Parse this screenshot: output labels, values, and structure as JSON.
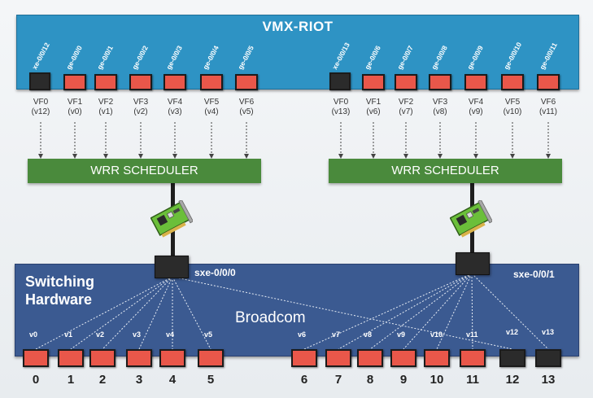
{
  "vmx": {
    "title": "VMX-RIOT",
    "left_ports": [
      {
        "iface": "xe-0/0/12",
        "vf": "VF0",
        "v": "(v12)",
        "type": "black"
      },
      {
        "iface": "ge-0/0/0",
        "vf": "VF1",
        "v": "(v0)",
        "type": "red"
      },
      {
        "iface": "ge-0/0/1",
        "vf": "VF2",
        "v": "(v1)",
        "type": "red"
      },
      {
        "iface": "ge-0/0/2",
        "vf": "VF3",
        "v": "(v2)",
        "type": "red"
      },
      {
        "iface": "ge-0/0/3",
        "vf": "VF4",
        "v": "(v3)",
        "type": "red"
      },
      {
        "iface": "ge-0/0/4",
        "vf": "VF5",
        "v": "(v4)",
        "type": "red"
      },
      {
        "iface": "ge-0/0/5",
        "vf": "VF6",
        "v": "(v5)",
        "type": "red"
      }
    ],
    "right_ports": [
      {
        "iface": "xe-0/0/13",
        "vf": "VF0",
        "v": "(v13)",
        "type": "black"
      },
      {
        "iface": "ge-0/0/6",
        "vf": "VF1",
        "v": "(v6)",
        "type": "red"
      },
      {
        "iface": "ge-0/0/7",
        "vf": "VF2",
        "v": "(v7)",
        "type": "red"
      },
      {
        "iface": "ge-0/0/8",
        "vf": "VF3",
        "v": "(v8)",
        "type": "red"
      },
      {
        "iface": "ge-0/0/9",
        "vf": "VF4",
        "v": "(v9)",
        "type": "red"
      },
      {
        "iface": "ge-0/0/10",
        "vf": "VF5",
        "v": "(v10)",
        "type": "red"
      },
      {
        "iface": "ge-0/0/11",
        "vf": "VF6",
        "v": "(v11)",
        "type": "red"
      }
    ]
  },
  "schedulers": {
    "left_label": "WRR SCHEDULER",
    "right_label": "WRR SCHEDULER"
  },
  "switching": {
    "title_line1": "Switching",
    "title_line2": "Hardware",
    "left_iface": "sxe-0/0/0",
    "right_iface": "sxe-0/0/1",
    "chip": "Broadcom",
    "ports": [
      {
        "v": "v0",
        "num": "0",
        "type": "red"
      },
      {
        "v": "v1",
        "num": "1",
        "type": "red"
      },
      {
        "v": "v2",
        "num": "2",
        "type": "red"
      },
      {
        "v": "v3",
        "num": "3",
        "type": "red"
      },
      {
        "v": "v4",
        "num": "4",
        "type": "red"
      },
      {
        "v": "v5",
        "num": "5",
        "type": "red"
      },
      {
        "v": "v6",
        "num": "6",
        "type": "red"
      },
      {
        "v": "v7",
        "num": "7",
        "type": "red"
      },
      {
        "v": "v8",
        "num": "8",
        "type": "red"
      },
      {
        "v": "v9",
        "num": "9",
        "type": "red"
      },
      {
        "v": "v10",
        "num": "10",
        "type": "red"
      },
      {
        "v": "v11",
        "num": "11",
        "type": "red"
      },
      {
        "v": "v12",
        "num": "12",
        "type": "black"
      },
      {
        "v": "v13",
        "num": "13",
        "type": "black"
      }
    ]
  },
  "colors": {
    "vmx_bg": "#2e93c4",
    "scheduler_bg": "#4a8a3c",
    "switch_bg": "#3b5a91",
    "port_red": "#e9574a",
    "port_black": "#2b2b2b"
  },
  "icons": {
    "nic_card": "network-card-icon"
  }
}
